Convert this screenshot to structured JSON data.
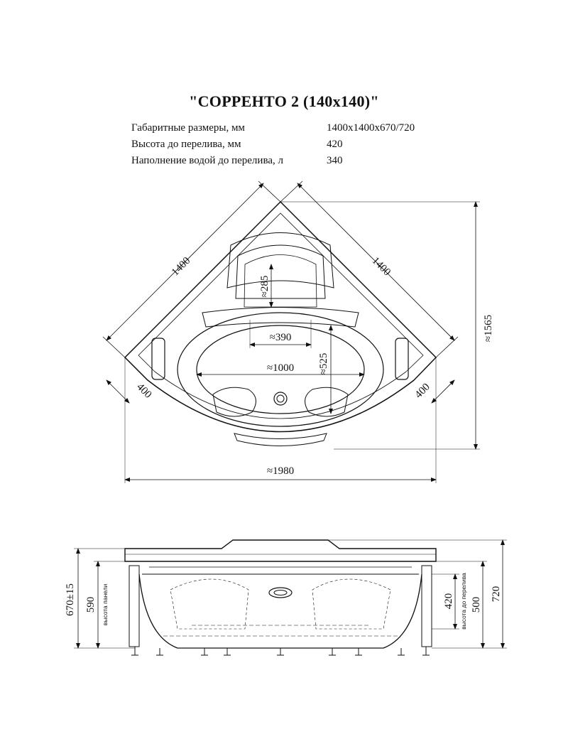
{
  "title": "\"СОРРЕНТО 2 (140х140)\"",
  "specs": [
    {
      "label": "Габаритные размеры, мм",
      "value": "1400x1400x670/720"
    },
    {
      "label": "Высота до перелива, мм",
      "value": "420"
    },
    {
      "label": "Наполнение водой до перелива, л",
      "value": "340"
    }
  ],
  "plan_dims": {
    "side_left": "1400",
    "side_right": "1400",
    "front_left": "400",
    "front_right": "400",
    "diagonal": "≈1565",
    "width": "≈1980",
    "inner_length": "≈1000",
    "inner_width": "≈525",
    "seat_width": "≈390",
    "seat_depth": "≈285"
  },
  "elevation_dims": {
    "height_total_left": "670±15",
    "panel_height": "590",
    "panel_label_left": "высота панели",
    "overflow_height": "420",
    "panel_label_right": "высота до перелива",
    "depth_500": "500",
    "height_720": "720"
  }
}
